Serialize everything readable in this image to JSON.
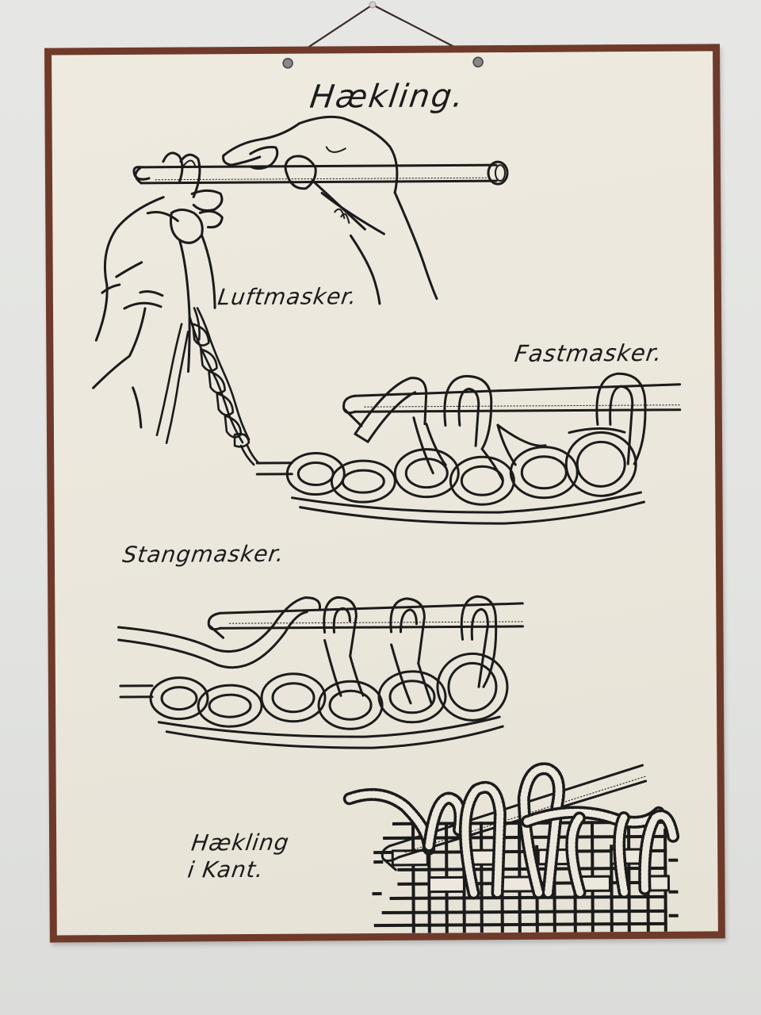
{
  "poster": {
    "title": "Hækling.",
    "sections": [
      {
        "id": "luftmasker",
        "label": "Luftmasker."
      },
      {
        "id": "fastmasker",
        "label": "Fastmasker."
      },
      {
        "id": "stangmasker",
        "label": "Stangmasker."
      },
      {
        "id": "haekling-i-kant",
        "label_line1": "Hækling",
        "label_line2": "i Kant."
      }
    ],
    "colors": {
      "wall": "#e4e5e2",
      "frame_border": "#6f3a2a",
      "paper": "#ece8dd",
      "ink": "#1b1b1b",
      "hanging_wire": "#3a2a26"
    }
  }
}
